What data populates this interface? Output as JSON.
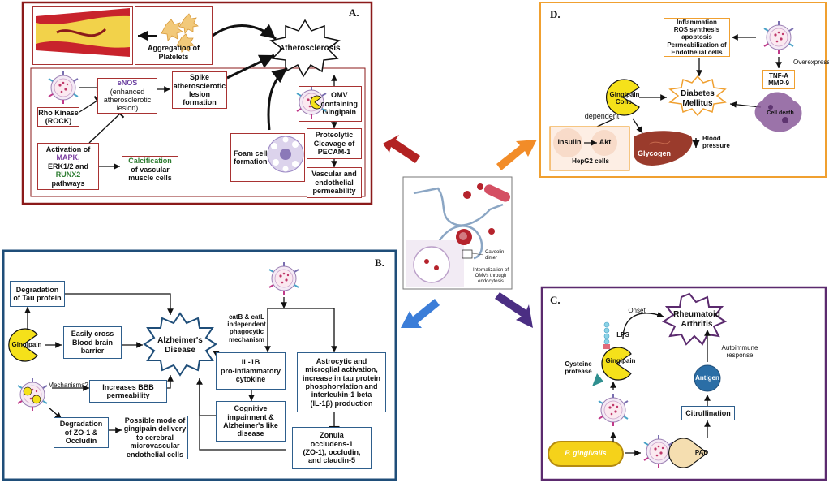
{
  "panel_a": {
    "label": "A.",
    "atherosclerosis": "Atherosclerosis",
    "aggregation": "Aggregation of\nPlatelets",
    "enos_title": "eNOS",
    "enos_detail": "(enhanced\natherosclerotic\nlesion)",
    "spike": "Spike\natherosclerotic\nlesion\nformation",
    "rho": "Rho Kinase\n(ROCK)",
    "activation_prefix": "Activation of",
    "mapk": "MAPK,",
    "erk": "ERK1/2 and",
    "runx2": "RUNX2",
    "pathways": "pathways",
    "calc_title": "Calcification",
    "calc_detail": "of vascular\nmuscle cells",
    "omv": "OMV\ncontaining\nGingipain",
    "proteolytic": "Proteolytic\nCleavage of\nPECAM-1",
    "vascular": "Vascular and\nendothelial\npermeability",
    "foam": "Foam cell\nformation"
  },
  "panel_d": {
    "label": "D.",
    "inflammation": "Inflammation\nROS synthesis\napoptosis\nPermeabilization of\nEndothelial cells",
    "overexpression": "Overexpression",
    "tnf": "TNF-A\nMMP-9",
    "gingipain_conc": "Gingipain\nConc.",
    "diabetes": "Diabetes\nMellitus",
    "dependent": "dependent",
    "cell_death": "Cell death",
    "insulin": "Insulin",
    "akt": "Akt",
    "hepg2": "HepG2 cells",
    "glycogen": "Glycogen",
    "blood_pressure": "Blood\npressure"
  },
  "center": {
    "caveolin": "Caveolin\ndimer",
    "internalization": "Internalization of\nOMVs through\nendocytosis"
  },
  "panel_b": {
    "label": "B.",
    "tau": "Degradation\nof Tau protein",
    "gingipain": "Gingipain",
    "cross": "Easily cross\nBlood brain\nbarrier",
    "alzheimers": "Alzheimer's\nDisease",
    "catb": "catB & catL\nindependent\nphagocytic\nmechanism",
    "il1b": "IL-1B\npro-inflammatory\ncytokine",
    "astro": "Astrocytic and\nmicroglial activation,\nincrease in tau protein\nphosphorylation and\ninterleukin-1 beta\n(IL-1β) production",
    "mechanisms": "Mechanisms?",
    "bbb": "Increases BBB\npermeability",
    "cognitive": "Cognitive\nimpairment &\nAlzheimer's like\ndisease",
    "zo1": "Degradation\nof ZO-1 &\nOccludin",
    "possible": "Possible mode of\ngingipain delivery\nto cerebral\nmicrovascular\nendothelial cells",
    "zonula": "Zonula\noccludens-1\n(ZO-1), occludin,\nand claudin-5"
  },
  "panel_c": {
    "label": "C.",
    "onset": "Onset",
    "ra": "Rheumatoid\nArthritis",
    "lps": "LPS",
    "cysteine": "Cysteine\nprotease",
    "gingipain": "Gingipain",
    "autoimmune": "Autoimmune\nresponse",
    "antigen": "Antigen",
    "citrullination": "Citrullination",
    "pg": "P. gingivalis",
    "pad": "PAD"
  },
  "colors": {
    "panel_a_border": "#8b1a1a",
    "panel_b_border": "#1f4e79",
    "panel_c_border": "#5b2a6e",
    "panel_d_border": "#f0a030",
    "box_red": "#a83232",
    "box_blue": "#2e5e8c",
    "gingipain_yellow": "#f5e11a",
    "arrow_red": "#b22222",
    "arrow_orange": "#f28c28",
    "arrow_blue": "#3b7dd8",
    "arrow_purple": "#4b2e83"
  },
  "icons": [
    "omv-vesicle-icon",
    "gingipain-pacman-icon",
    "blood-vessel-icon",
    "platelets-icon",
    "foam-cell-icon",
    "liver-icon",
    "dead-cell-icon",
    "hepg2-cell-icon",
    "rod-bacterium-icon",
    "caveolin-icon"
  ]
}
